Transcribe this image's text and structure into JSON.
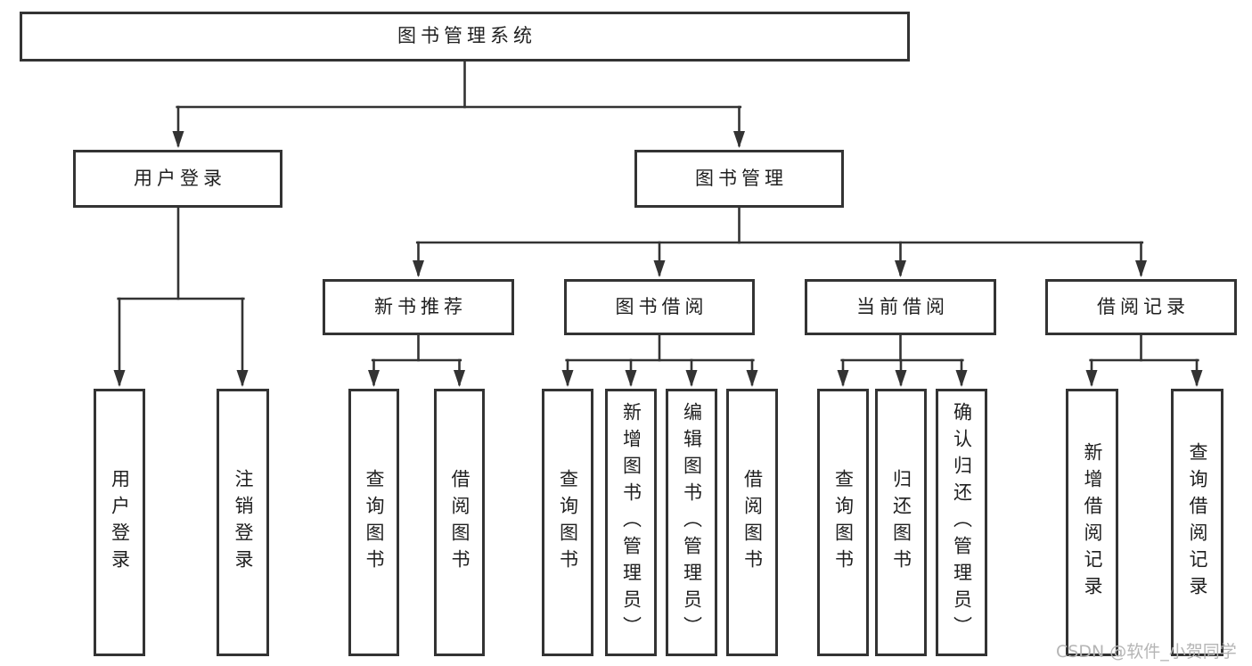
{
  "diagram": {
    "title_node": {
      "label": "图书管理系统"
    },
    "level2": [
      {
        "label": "用户登录"
      },
      {
        "label": "图书管理"
      }
    ],
    "level3": [
      {
        "label": "新书推荐"
      },
      {
        "label": "图书借阅"
      },
      {
        "label": "当前借阅"
      },
      {
        "label": "借阅记录"
      }
    ],
    "leaves": [
      {
        "label": "用户登录"
      },
      {
        "label": "注销登录"
      },
      {
        "label": "查询图书"
      },
      {
        "label": "借阅图书"
      },
      {
        "label": "查询图书"
      },
      {
        "label": "新增图书（管理员）"
      },
      {
        "label": "编辑图书（管理员）"
      },
      {
        "label": "借阅图书"
      },
      {
        "label": "查询图书"
      },
      {
        "label": "归还图书"
      },
      {
        "label": "确认归还（管理员）"
      },
      {
        "label": "新增借阅记录"
      },
      {
        "label": "查询借阅记录"
      }
    ],
    "colors": {
      "line": "#333333",
      "text": "#1f1f1f",
      "watermark": "#b5b5b5",
      "background": "#ffffff"
    }
  },
  "watermark": {
    "text": "CSDN @软件_小贺同学"
  }
}
